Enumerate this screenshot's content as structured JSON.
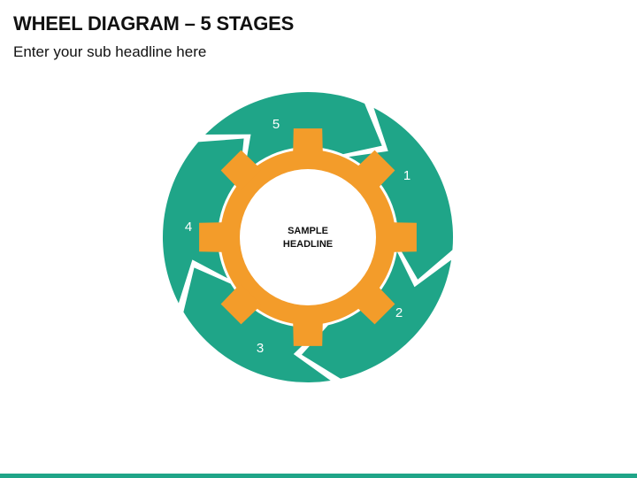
{
  "header": {
    "title": "WHEEL DIAGRAM – 5 STAGES",
    "subtitle": "Enter your sub headline here"
  },
  "diagram": {
    "center_lines": [
      "SAMPLE",
      "HEADLINE"
    ],
    "stages": [
      "1",
      "2",
      "3",
      "4",
      "5"
    ]
  },
  "colors": {
    "ring": "#1fa588",
    "gear": "#f39c2a",
    "stage_text": "#ffffff",
    "center_text": "#111111",
    "bottom_bar": "#1fa588"
  }
}
